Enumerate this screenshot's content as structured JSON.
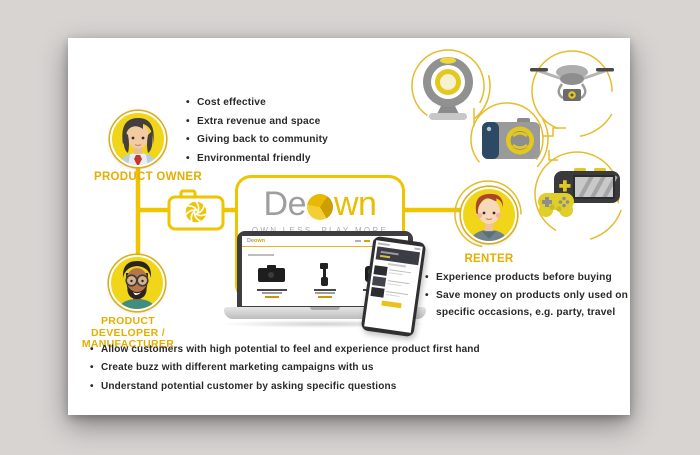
{
  "colors": {
    "background": "#d7d4d2",
    "card": "#ffffff",
    "accent_yellow": "#efc400",
    "label_gold": "#e6ae00",
    "avatar_circle": "#f0d519",
    "text_dark": "#2b2a28",
    "logo_gray": "#9e9e9e"
  },
  "logo": {
    "part1": "De",
    "part2": "wn",
    "tagline": "OWN LESS, PLAY MORE"
  },
  "site": {
    "logo_part1": "De",
    "logo_part2": "own"
  },
  "sections": {
    "product_owner": {
      "label": "PRODUCT OWNER",
      "bullets": [
        "Cost effective",
        "Extra revenue and space",
        "Giving back to community",
        "Environmental friendly"
      ]
    },
    "developer": {
      "label_line1": "PRODUCT DEVELOPER /",
      "label_line2": "MANUFACTURER",
      "bullets": [
        "Allow customers with high potential to feel and experience product first hand",
        "Create buzz with different marketing campaigns with us",
        "Understand potential customer by asking specific questions"
      ]
    },
    "renter": {
      "label": "RENTER",
      "bullets": [
        "Experience products before buying",
        "Save money on products only used on specific occasions, e.g. party, travel"
      ]
    }
  },
  "icons": [
    "camera-aperture-icon",
    "webcam-icon",
    "drone-icon",
    "compact-camera-icon",
    "game-console-icon"
  ]
}
